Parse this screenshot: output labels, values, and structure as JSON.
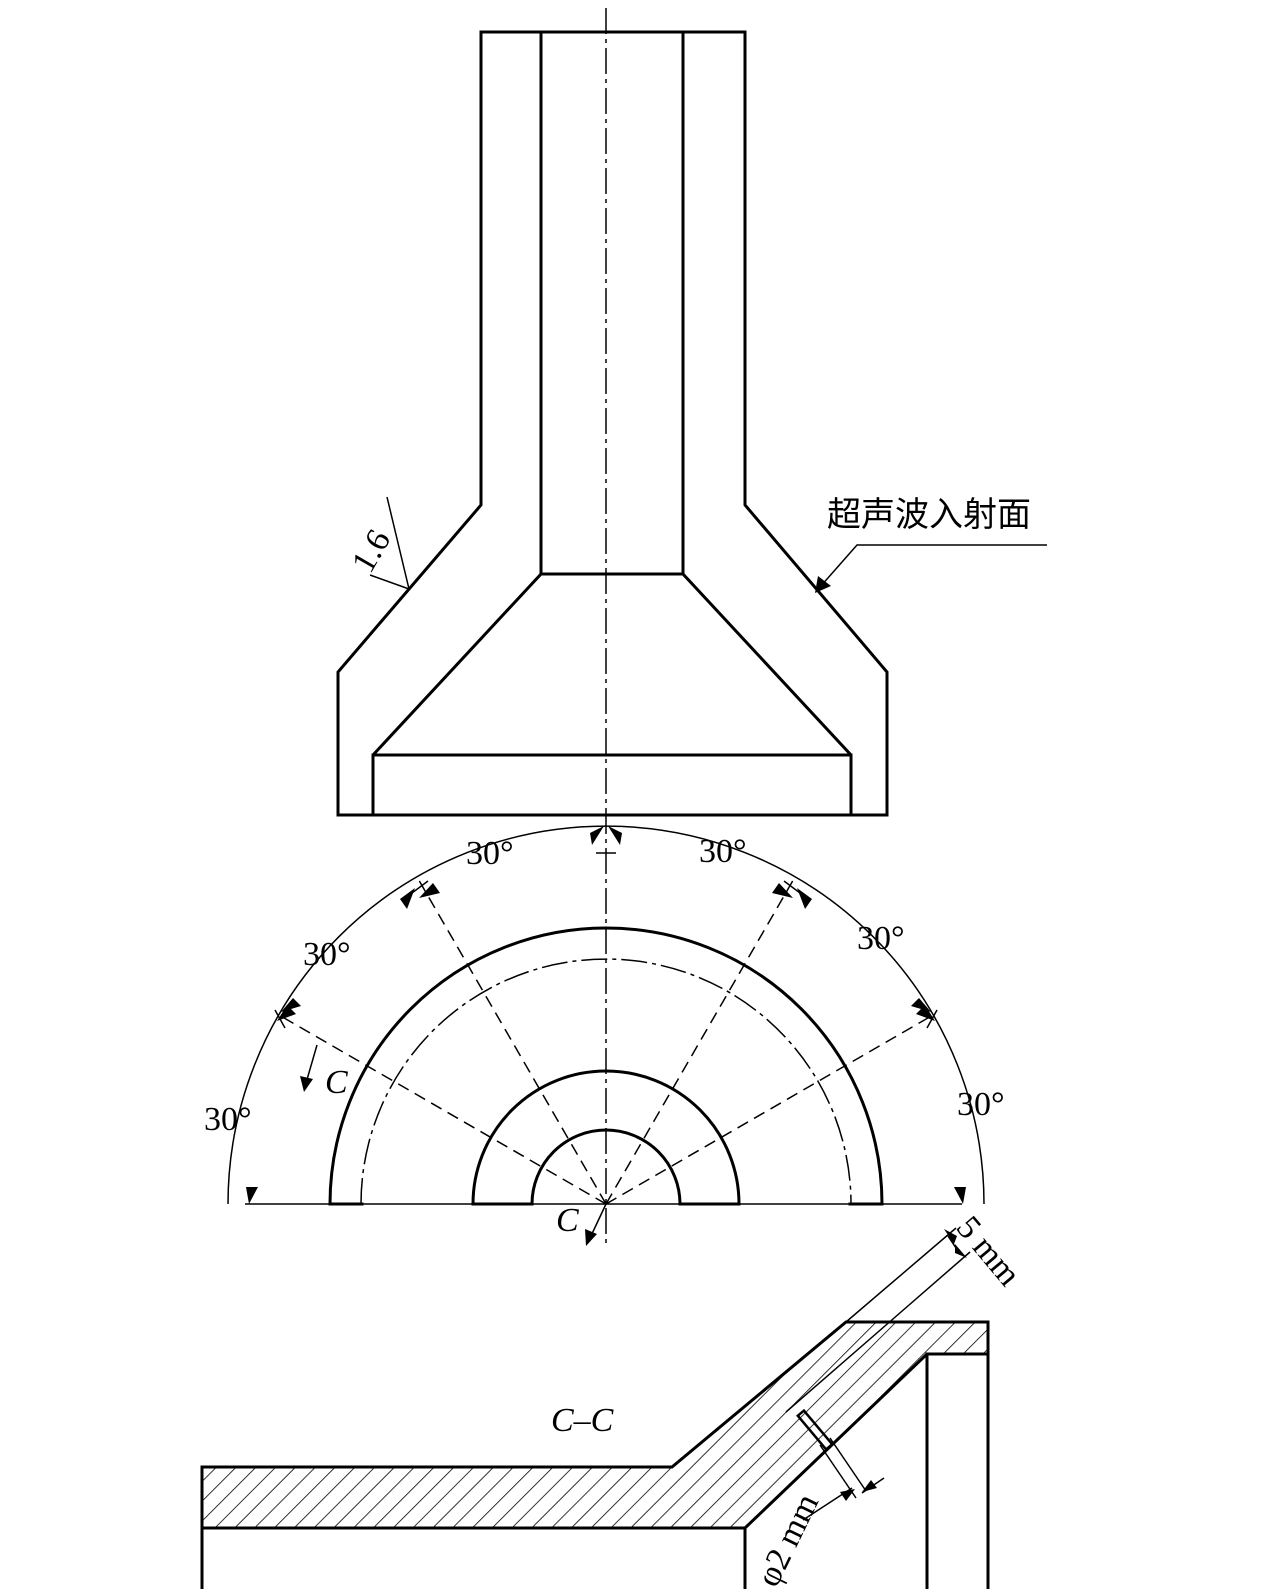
{
  "labels": {
    "incident_surface": "超声波入射面",
    "roughness": "1.6",
    "angle": "30°",
    "section_mark": "C",
    "section_title": "C–C",
    "thickness_dim": "5 mm",
    "hole_dim": "φ2 mm"
  }
}
